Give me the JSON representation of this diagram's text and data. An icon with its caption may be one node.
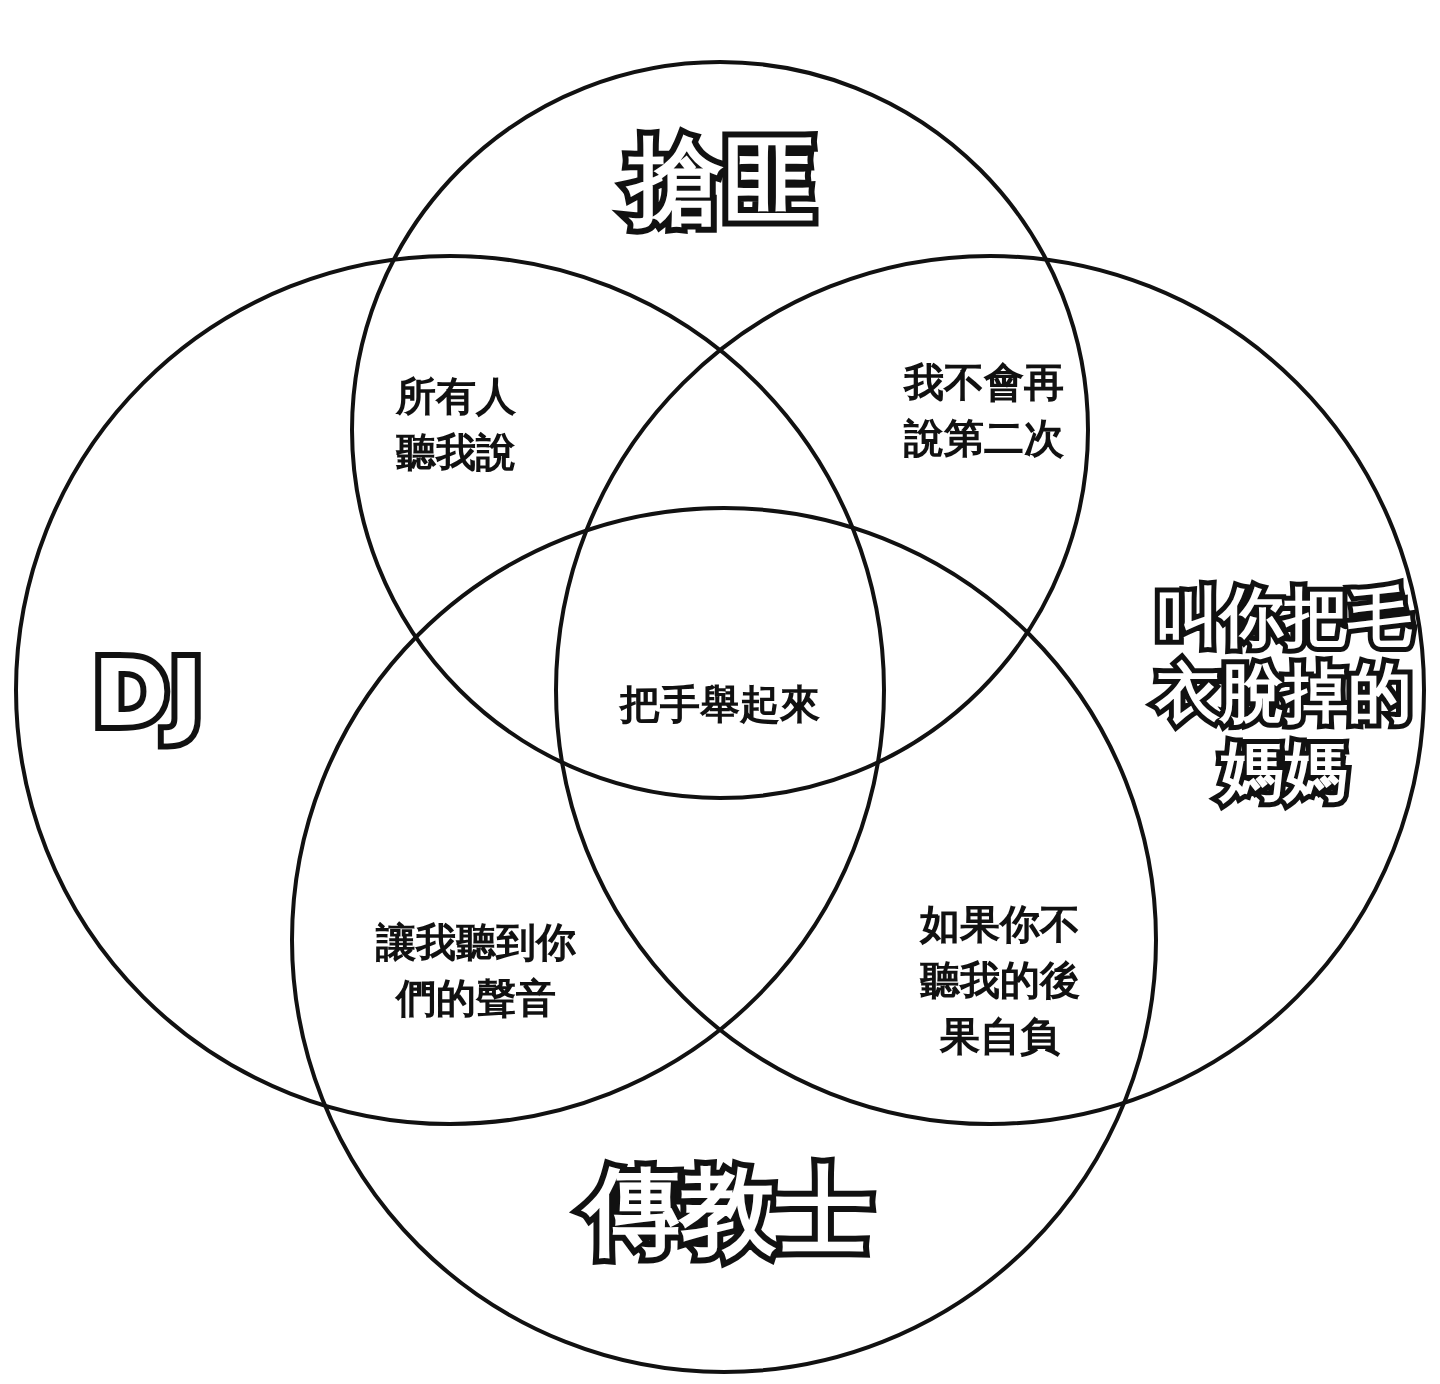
{
  "diagram": {
    "nodes": [
      {
        "text": [
          "搶匪"
        ]
      },
      {
        "text": [
          "DJ"
        ]
      },
      {
        "text": [
          "叫你把毛衣脫掉的媽媽"
        ]
      },
      {
        "text": [
          "傳教士"
        ]
      }
    ],
    "labels": [
      "所有人聽我說",
      "我不會再說第二次",
      "把手舉起來",
      "讓我聽到你們的聲音",
      "如果你不聽我的後果自負"
    ]
  }
}
